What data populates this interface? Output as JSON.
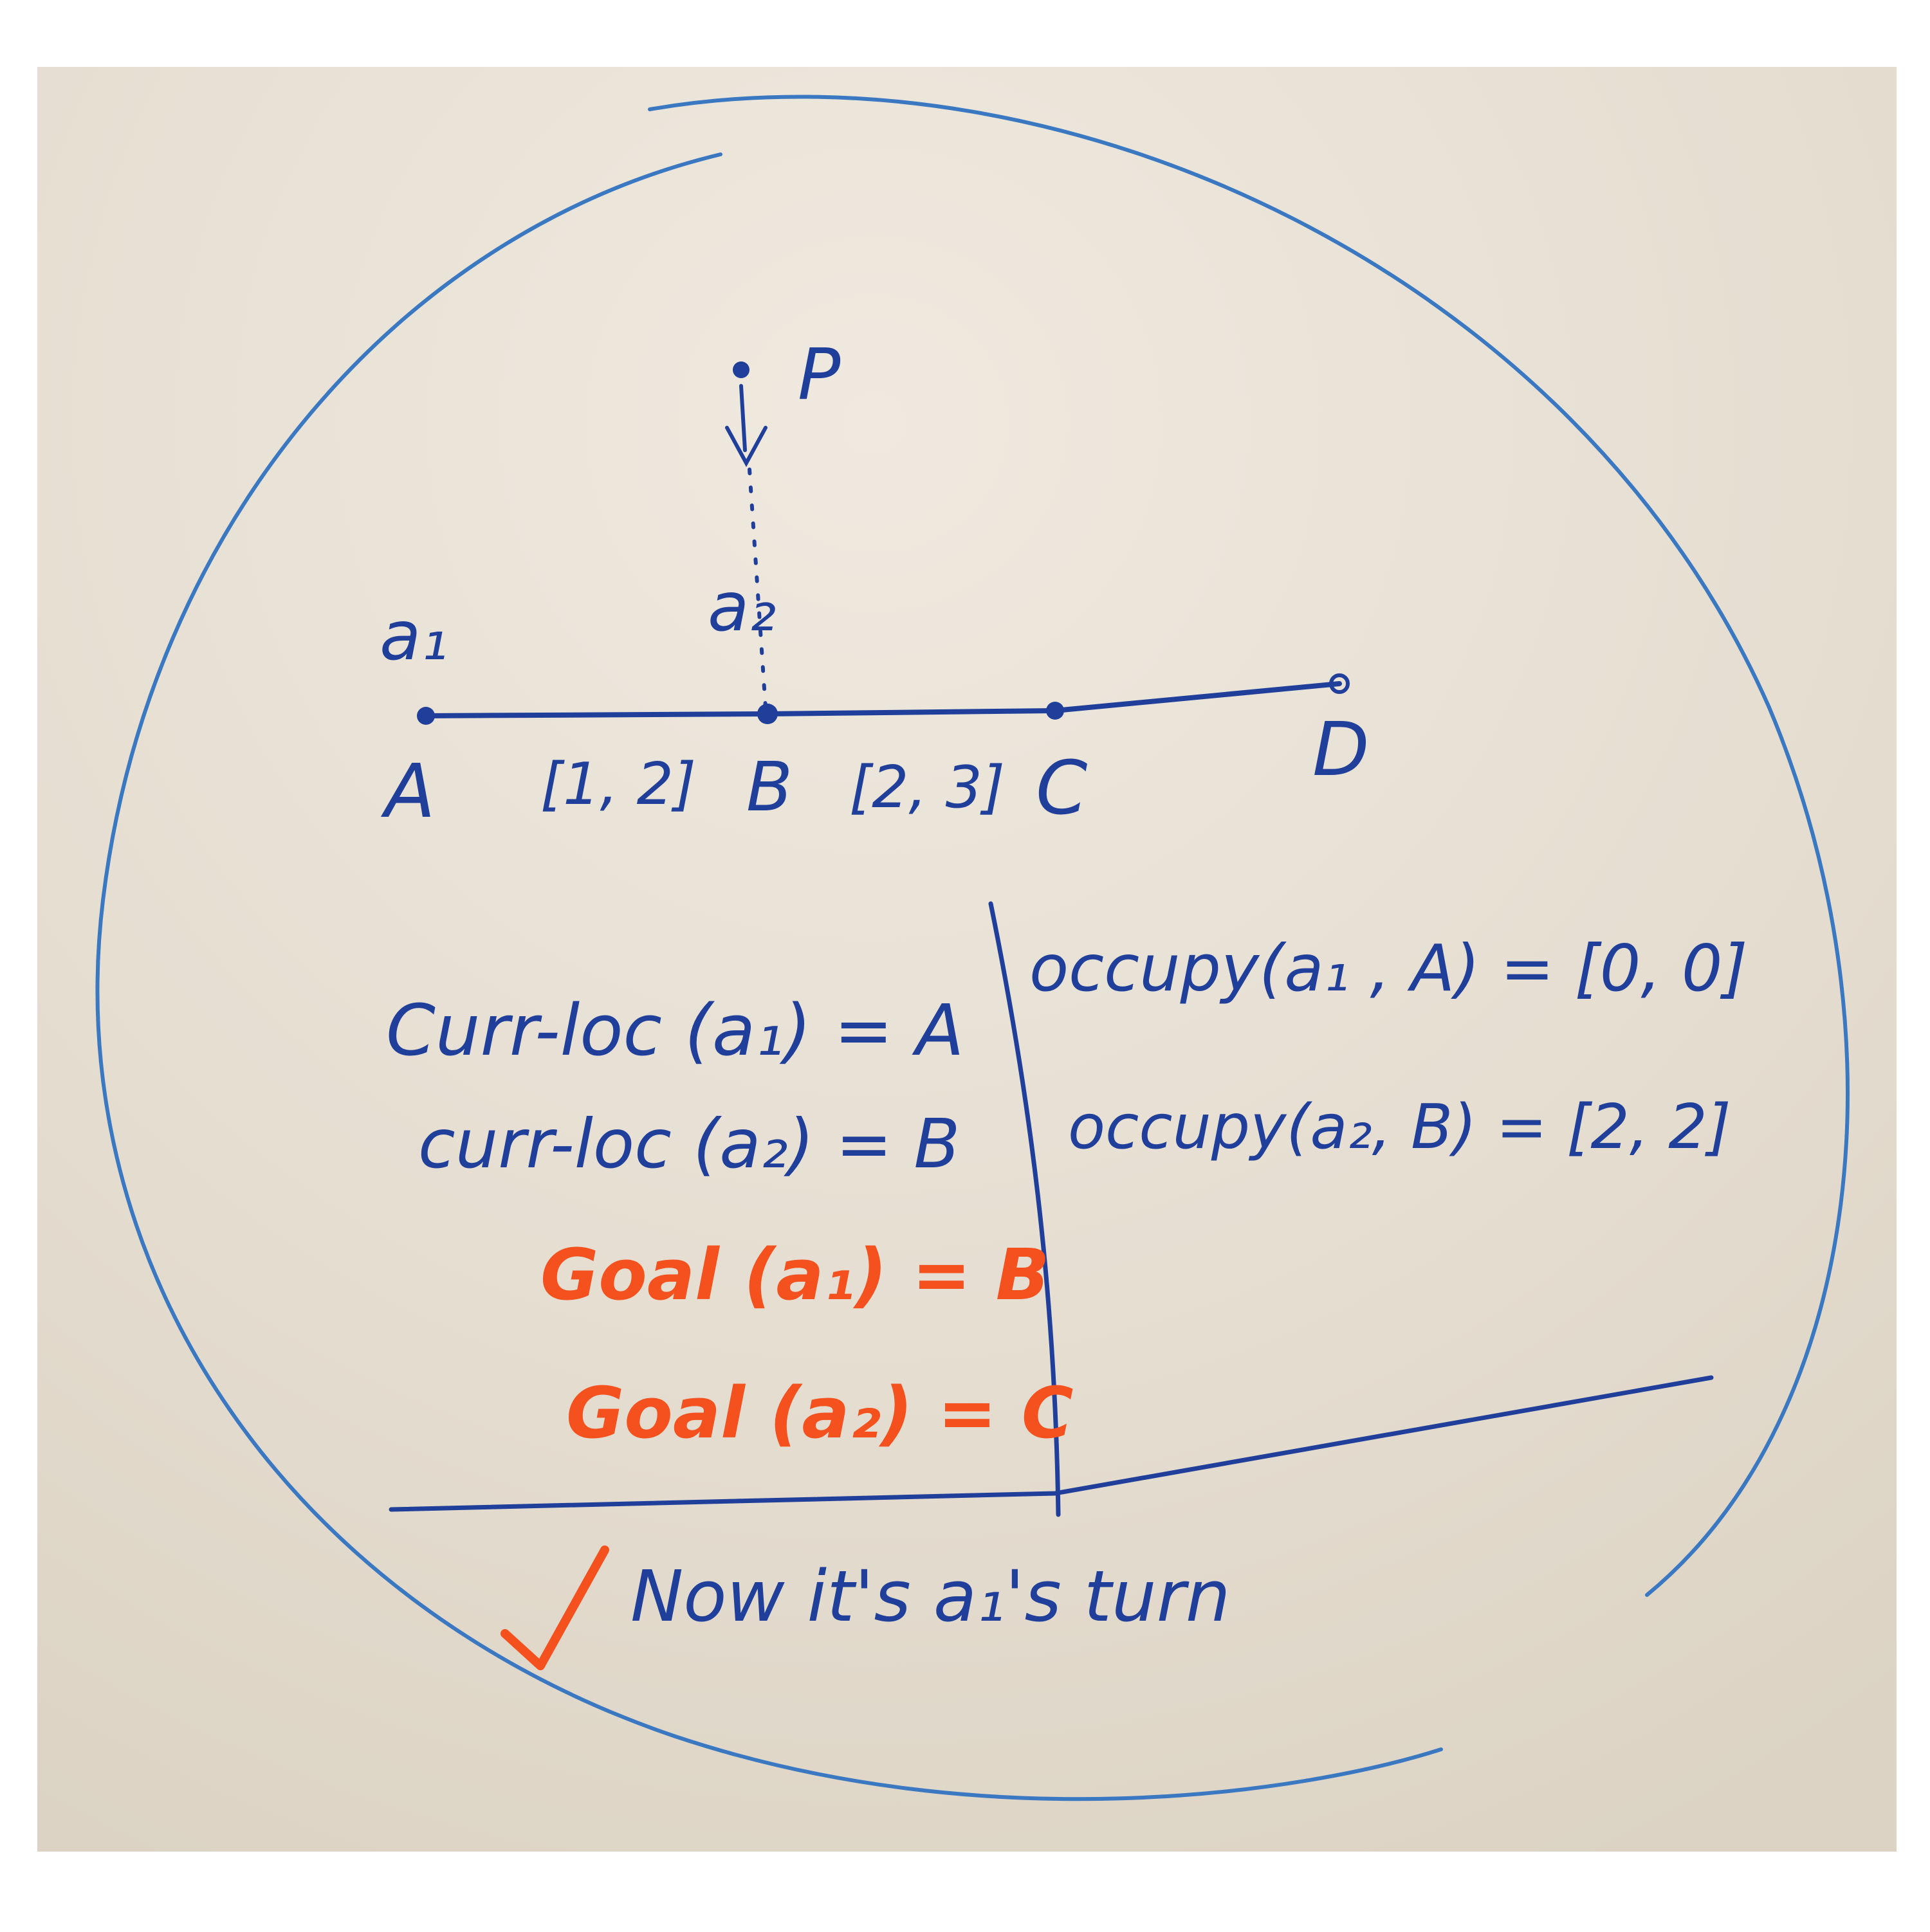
{
  "diagram": {
    "point_labels": {
      "p": "P",
      "a1": "a₁",
      "a2": "a₂",
      "A": "A",
      "B": "B",
      "C": "C",
      "D": "D"
    },
    "edge_labels": {
      "ab": "[1, 2]",
      "bc": "[2, 3]"
    }
  },
  "table": {
    "left": [
      {
        "text": "Curr-loc (a₁) = A",
        "color": "#1f3f9a"
      },
      {
        "text": "curr-loc (a₂) = B",
        "color": "#1f3f9a"
      },
      {
        "text": "Goal (a₁) = B",
        "color": "#f4511e"
      },
      {
        "text": "Goal (a₂) = C",
        "color": "#f4511e"
      }
    ],
    "right": [
      {
        "text": "occupy(a₁ , A) = [0, 0]"
      },
      {
        "text": "occupy(a₂, B) = [2, 2]"
      }
    ]
  },
  "footer": {
    "checkmark_color": "#f4511e",
    "text": "Now it's a₁'s turn"
  },
  "colors": {
    "ink_blue": "#1f3f9a",
    "ink_orange": "#f4511e",
    "circle_blue": "#3a78c2",
    "board": "#e4ddd1"
  }
}
